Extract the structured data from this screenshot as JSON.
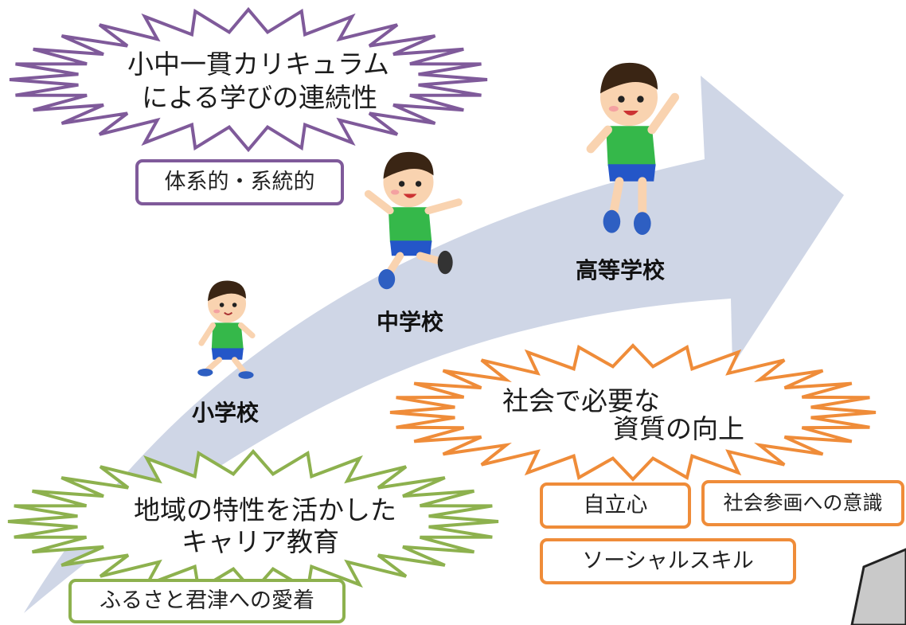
{
  "colors": {
    "arrow": "#cfd6e6",
    "purple": "#7f5a9a",
    "orange": "#ef8c39",
    "green": "#8db14e",
    "shirt": "#35b84a",
    "shorts": "#2456c8",
    "skin": "#f9d3b0",
    "hair": "#3a2514"
  },
  "stages": {
    "elementary": "小学校",
    "junior_high": "中学校",
    "high_school": "高等学校"
  },
  "bursts": {
    "curriculum": {
      "line1": "小中一貫カリキュラム",
      "line2": "による学びの連続性"
    },
    "social": {
      "line1": "社会で必要な",
      "line2": "資質の向上"
    },
    "career": {
      "line1": "地域の特性を活かした",
      "line2": "キャリア教育"
    }
  },
  "boxes": {
    "systematic": "体系的・系統的",
    "independence": "自立心",
    "participation": "社会参画への意識",
    "social_skills": "ソーシャルスキル",
    "hometown": "ふるさと君津への愛着"
  },
  "figures": [
    "child-walking",
    "child-running",
    "child-jumping"
  ]
}
